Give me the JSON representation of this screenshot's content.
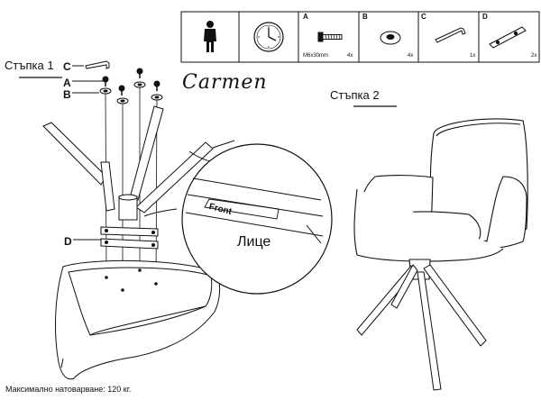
{
  "steps": {
    "step1": "Стъпка 1",
    "step2": "Стъпка 2"
  },
  "product_name": "Carmen",
  "parts_table": {
    "parts": [
      {
        "letter": "A",
        "spec": "M6x30mm",
        "qty": "4x",
        "icon": "bolt-icon"
      },
      {
        "letter": "B",
        "qty": "4x",
        "icon": "washer-icon"
      },
      {
        "letter": "C",
        "qty": "1x",
        "icon": "allen-key-icon"
      },
      {
        "letter": "D",
        "qty": "2x",
        "icon": "mounting-plate-icon"
      }
    ],
    "person_icon": "person-icon",
    "clock_icon": "clock-icon"
  },
  "callouts": {
    "c": "C",
    "a": "A",
    "b": "B",
    "d": "D"
  },
  "detail": {
    "front_label": "Front",
    "face_label": "Лице"
  },
  "footer": {
    "max_load": "Максимално натоварване: 120 кг."
  }
}
